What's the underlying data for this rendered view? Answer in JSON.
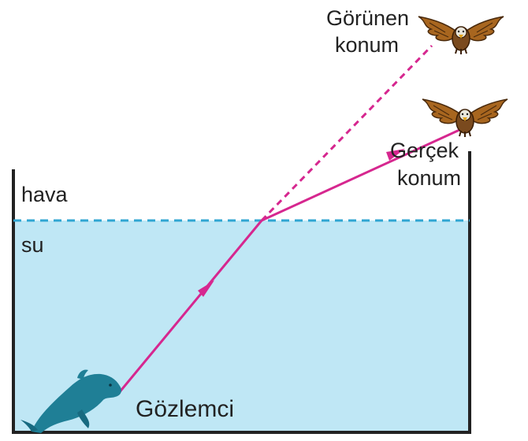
{
  "labels": {
    "air": "hava",
    "water": "su",
    "observer": "Gözlemci",
    "apparent_position_line1": "Görünen",
    "apparent_position_line2": "konum",
    "real_position_line1": "Gerçek",
    "real_position_line2": "konum"
  },
  "colors": {
    "water_fill": "#bfe7f5",
    "surface_line": "#2fa6d2",
    "ray": "#d6278f",
    "tank": "#222222",
    "dolphin": "#1f7f96",
    "eagle_body": "#7a4a1e",
    "eagle_wing": "#a8661f"
  },
  "icons": {
    "observer": "dolphin-icon",
    "apparent_bird": "eagle-icon",
    "real_bird": "eagle-icon"
  }
}
